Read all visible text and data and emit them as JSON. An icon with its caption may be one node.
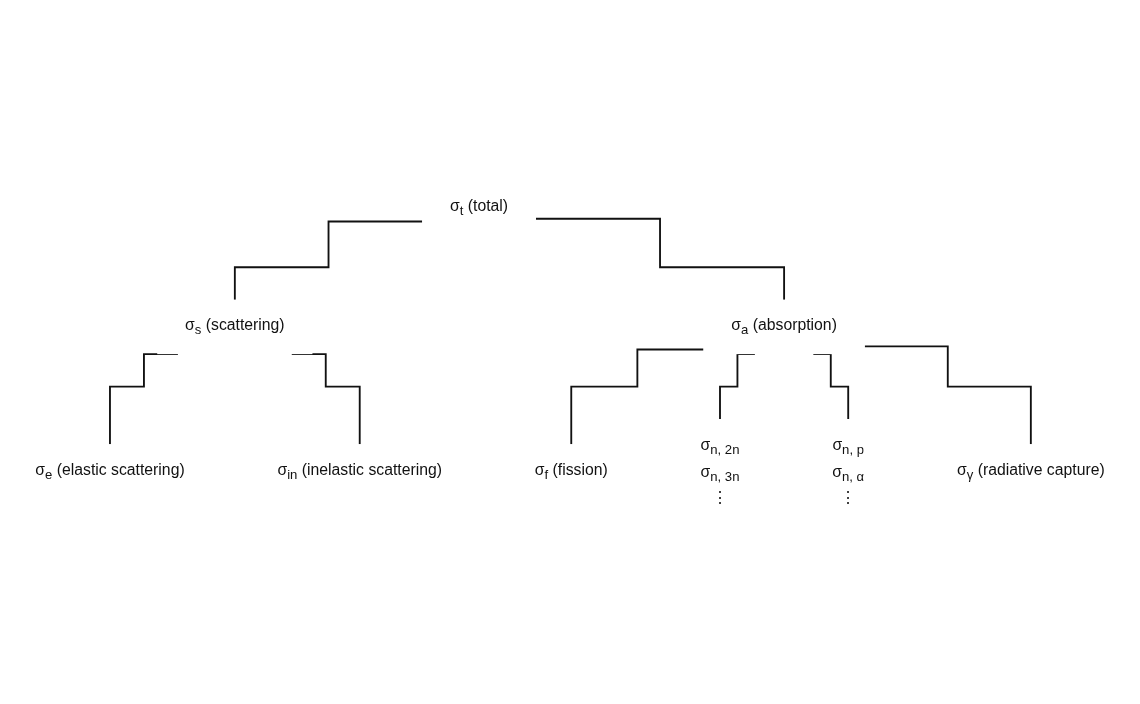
{
  "diagram": {
    "nodes": [
      {
        "text": [
          "σ$_{t}$ (total)"
        ]
      },
      {
        "text": [
          "σ$_{s}$ (scattering)"
        ]
      },
      {
        "text": [
          "σ$_{a}$ (absorption)"
        ]
      },
      {
        "text": [
          "σ$_{e}$ (elastic scattering)"
        ]
      },
      {
        "text": [
          "σ$_{in}$ (inelastic scattering)"
        ]
      },
      {
        "text": [
          "σ$_{f}$ (fission)"
        ]
      },
      {
        "text": [
          "σ$_{n, 2n}$",
          "σ$_{n, 3n}$",
          "⋮"
        ]
      },
      {
        "text": [
          "σ$_{n, p}$",
          "σ$_{n, α}$",
          "⋮"
        ]
      },
      {
        "text": [
          "σ$_{γ}$ (radiative capture)"
        ]
      }
    ],
    "edges": [
      {
        "from": 0,
        "to": 1,
        "arrow": "none"
      },
      {
        "from": 0,
        "to": 2,
        "arrow": "none"
      },
      {
        "from": 1,
        "to": 3,
        "arrow": "none"
      },
      {
        "from": 1,
        "to": 4,
        "arrow": "none"
      },
      {
        "from": 2,
        "to": 5,
        "arrow": "none"
      },
      {
        "from": 2,
        "to": 6,
        "arrow": "none"
      },
      {
        "from": 2,
        "to": 7,
        "arrow": "none"
      },
      {
        "from": 2,
        "to": 8,
        "arrow": "none"
      }
    ]
  }
}
